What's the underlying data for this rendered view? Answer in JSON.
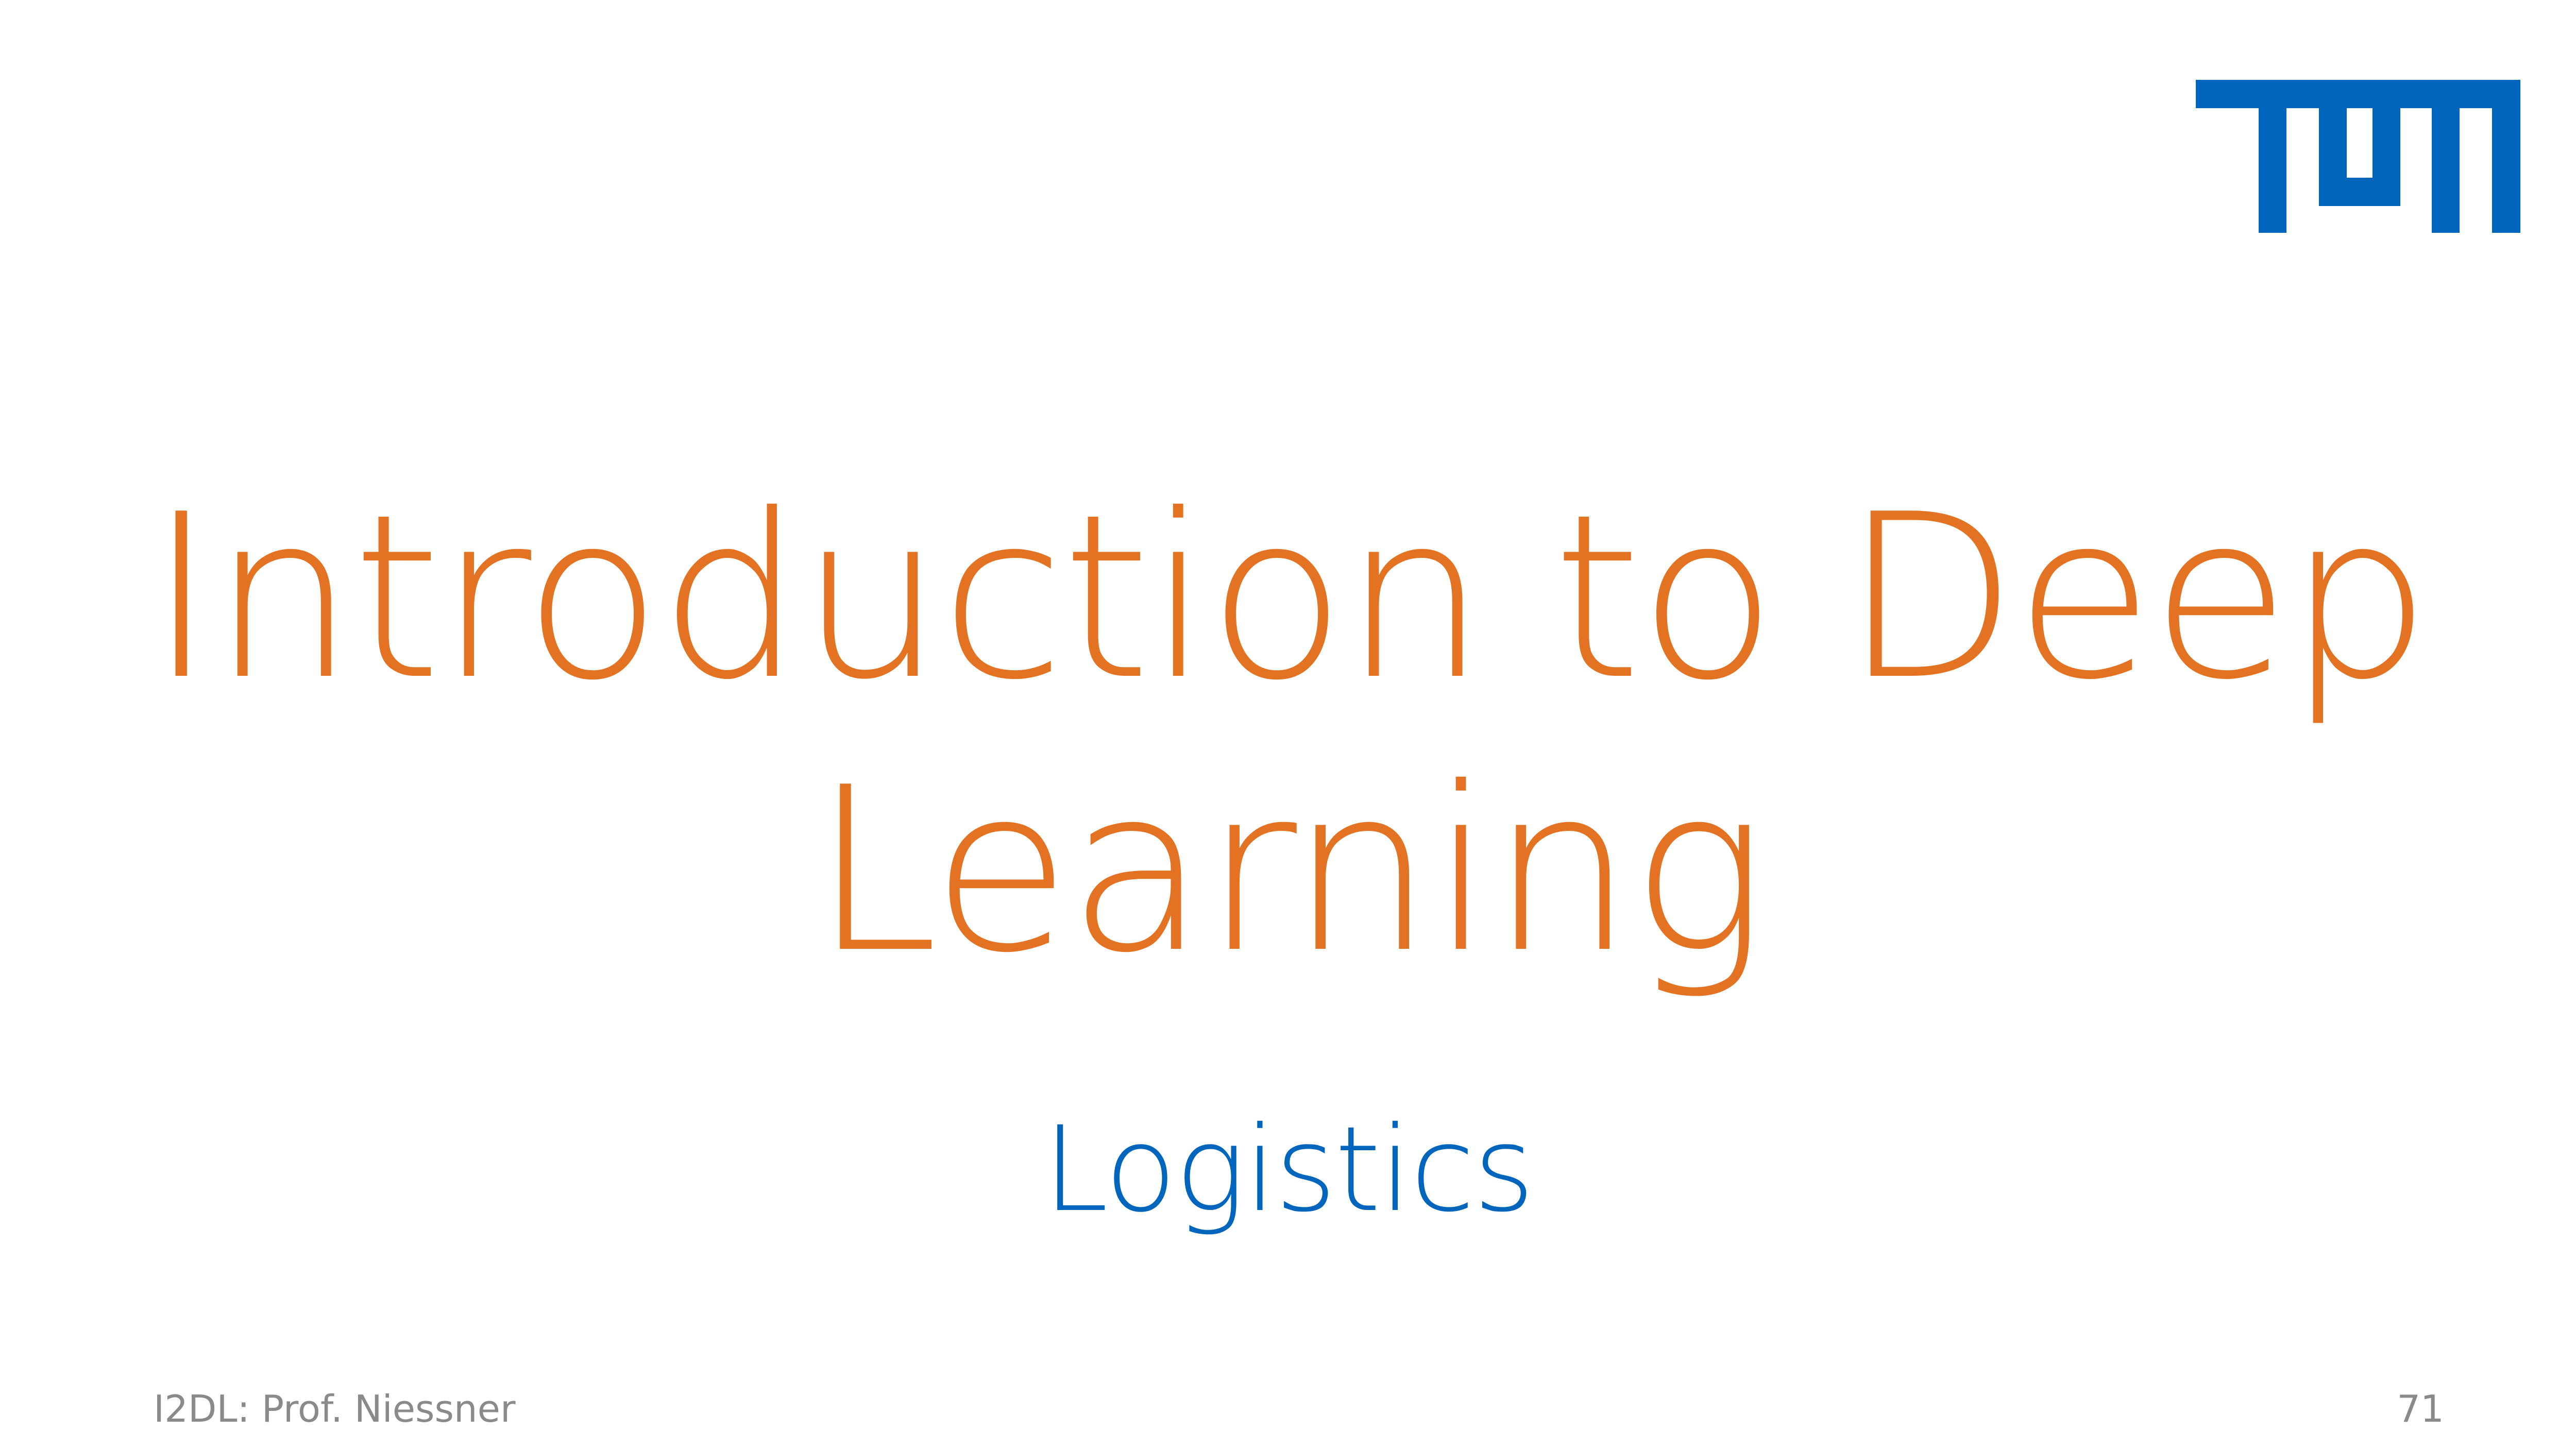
{
  "slide": {
    "title_lines": [
      "Introduction to Deep",
      "Learning"
    ],
    "subtitle": "Logistics",
    "footer": {
      "course": "I2DL: Prof. Niessner",
      "page_number": "71"
    },
    "logo": {
      "name": "TUM",
      "icon": "tum-logo-icon",
      "color": "#0065BD"
    },
    "colors": {
      "title": "#E37222",
      "subtitle": "#0065BD",
      "footer": "#8a8a8a",
      "background": "#ffffff"
    }
  }
}
